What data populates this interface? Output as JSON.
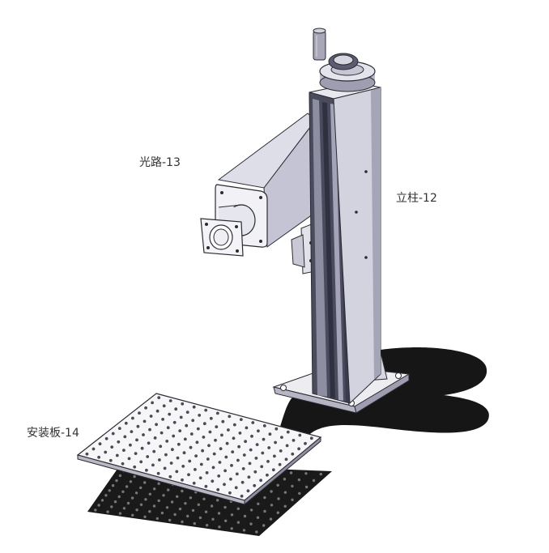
{
  "labels": {
    "optical_path": "光路-13",
    "column": "立柱-12",
    "mounting_plate": "安装板-14"
  },
  "colors": {
    "metal_face": "#ececf1",
    "metal_side": "#c9c9d8",
    "metal_dark": "#5f5f74",
    "rail": "#3e3f4f",
    "edge": "#2b2b33",
    "shadow": "#161616",
    "hole": "#4a4a55",
    "text": "#333333"
  }
}
